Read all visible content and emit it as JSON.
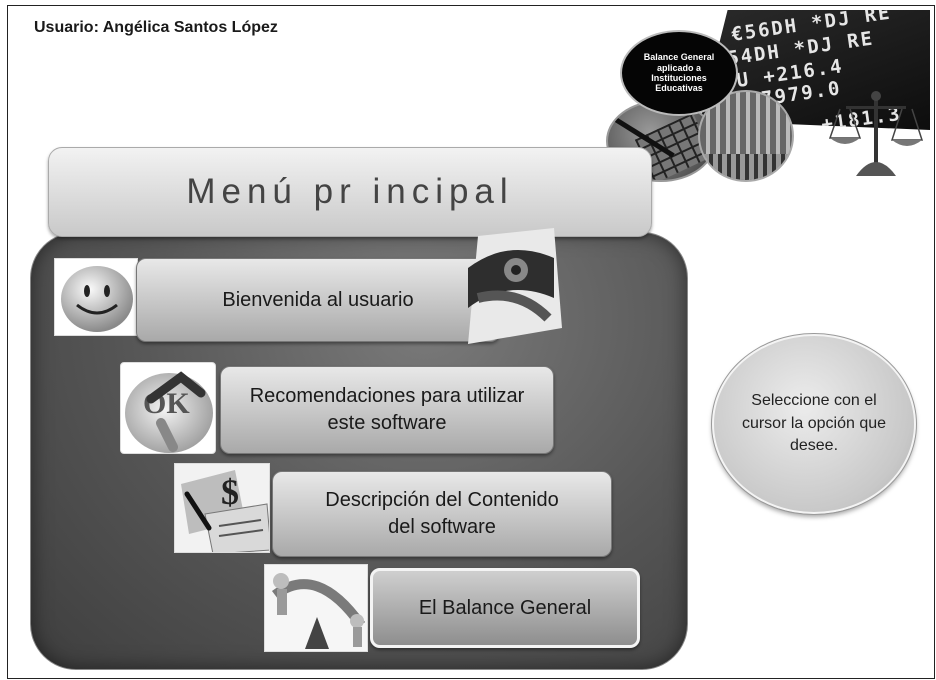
{
  "user": {
    "label": "Usuario: Angélica Santos López"
  },
  "header_badge": {
    "text": "Balance General aplicado a Instituciones Educativas"
  },
  "ticker_lines": [
    "€56DH *DJ RE",
    "54DH *DJ RE",
    "DU +216.4",
    "DP 7979.0",
    "+181.3"
  ],
  "menu": {
    "title": "Menú pr incipal",
    "items": [
      {
        "label": "Bienvenida al usuario",
        "icon": "smiley-icon"
      },
      {
        "label": "Recomendaciones para utilizar este software",
        "icon": "ok-arrow-icon"
      },
      {
        "label": "Descripción del Contenido del software",
        "icon": "dollar-papers-icon"
      },
      {
        "label": "El Balance General",
        "icon": "balance-figure-icon"
      }
    ]
  },
  "help": {
    "text": "Seleccione con el cursor la opción que desee."
  }
}
